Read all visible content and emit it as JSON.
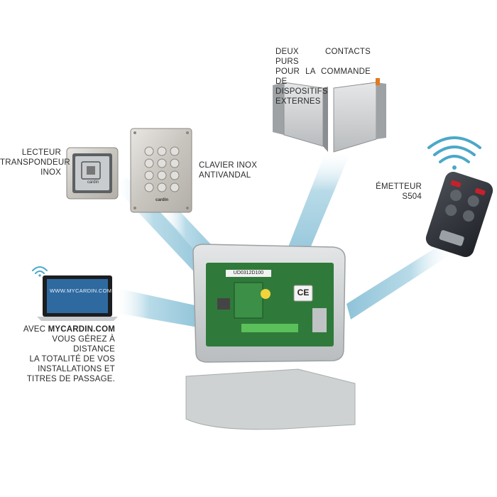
{
  "labels": {
    "contacts": [
      "DEUX CONTACTS PURS",
      "POUR LA COMMANDE DE",
      "DISPOSITIFS EXTERNES"
    ],
    "reader": [
      "LECTEUR",
      "TRANSPONDEUR",
      "INOX"
    ],
    "keypad": [
      "CLAVIER INOX",
      "ANTIVANDAL"
    ],
    "transmitter": [
      "ÉMETTEUR",
      "S504"
    ],
    "web_prefix": "AVEC ",
    "web_brand": "MYCARDIN.COM",
    "web_lines": [
      "VOUS GÉREZ À DISTANCE",
      "LA TOTALITÉ DE VOS",
      "INSTALLATIONS ET",
      "TITRES DE PASSAGE."
    ]
  },
  "laptop_screen_url": "WWW.MYCARDIN.COM",
  "product_text": {
    "reader_brand": "cardin",
    "keypad_brand": "cardin",
    "board_sticker": "UD0312D100",
    "ce_mark": "CE"
  },
  "colors": {
    "beam": "#a9d3e4",
    "wifi": "#4aa8c8",
    "housing": "#d4d7d8",
    "pcb": "#2f7a3a"
  }
}
